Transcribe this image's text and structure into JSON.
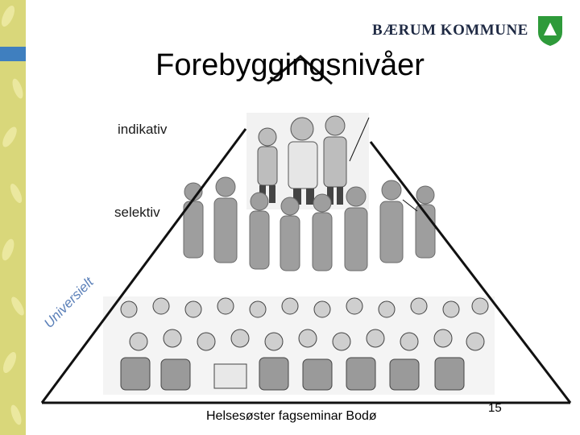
{
  "header": {
    "org_name": "BÆRUM KOMMUNE"
  },
  "slide": {
    "title": "Forebyggingsnivåer",
    "levels": {
      "top": "indikativ",
      "middle": "selektiv",
      "bottom": "Universielt"
    },
    "footer": "Helsesøster fagseminar Bodø",
    "page_number": "15"
  },
  "colors": {
    "side_strip": "#d9d77a",
    "side_accent": "#3f7fbf",
    "logo_shield": "#2e9a3a"
  }
}
